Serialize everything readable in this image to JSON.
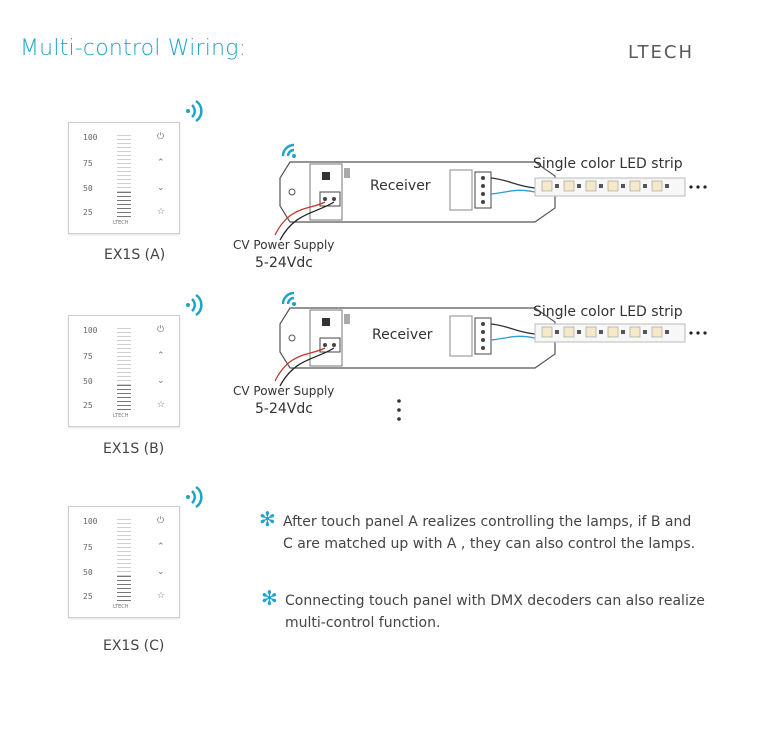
{
  "header": {
    "title": "Multi-control Wiring:",
    "logo": "LTECH"
  },
  "panels": [
    {
      "label": "EX1S (A)",
      "levels": [
        "100",
        "75",
        "50",
        "25"
      ],
      "brand": "LTECH",
      "fill": 0.3
    },
    {
      "label": "EX1S (B)",
      "levels": [
        "100",
        "75",
        "50",
        "25"
      ],
      "brand": "LTECH",
      "fill": 0.3
    },
    {
      "label": "EX1S (C)",
      "levels": [
        "100",
        "75",
        "50",
        "25"
      ],
      "brand": "LTECH",
      "fill": 0.3
    }
  ],
  "receivers": [
    {
      "label": "Receiver",
      "strip_label": "Single color LED strip",
      "psu_label": "CV Power Supply",
      "psu_voltage": "5-24Vdc"
    },
    {
      "label": "Receiver",
      "strip_label": "Single color LED strip",
      "psu_label": "CV Power Supply",
      "psu_voltage": "5-24Vdc"
    }
  ],
  "ellipsis": "⋯",
  "notes": [
    {
      "line1": "After touch panel A realizes controlling the lamps, if B and",
      "line2": "C are matched up with A , they can also control the lamps."
    },
    {
      "line1": "Connecting touch panel with DMX decoders can also realize",
      "line2": "multi-control function."
    }
  ],
  "icons": {
    "wireless": "wireless-signal-icon",
    "note": "asterisk-icon"
  },
  "colors": {
    "accent": "#1fa3c9",
    "wire_red": "#c0392b",
    "wire_blue": "#2a9fd6"
  }
}
